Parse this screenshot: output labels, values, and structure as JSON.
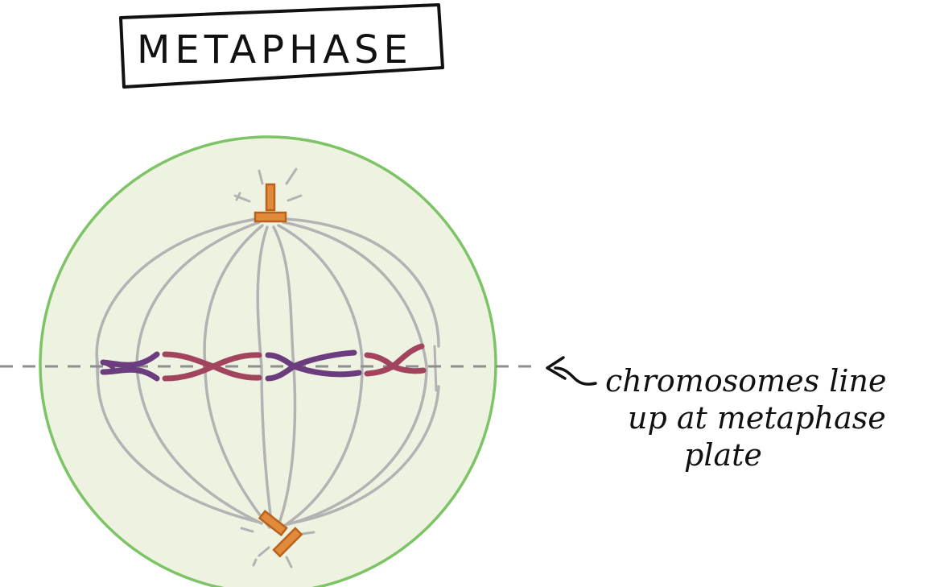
{
  "title": "METAPHASE",
  "annotation": {
    "lines": [
      "chromosomes line",
      "up at metaphase",
      "plate"
    ]
  },
  "colors": {
    "cell_fill": "#eef2e1",
    "cell_border": "#7dc466",
    "spindle": "#b3b3b3",
    "centrosome": "#e08a3c",
    "centrosome_edge": "#b8621d",
    "chromosome_purple": "#6b3d7e",
    "chromosome_red": "#a3445e",
    "metaphase_plate": "#8e8e8e",
    "ink": "#111111"
  }
}
